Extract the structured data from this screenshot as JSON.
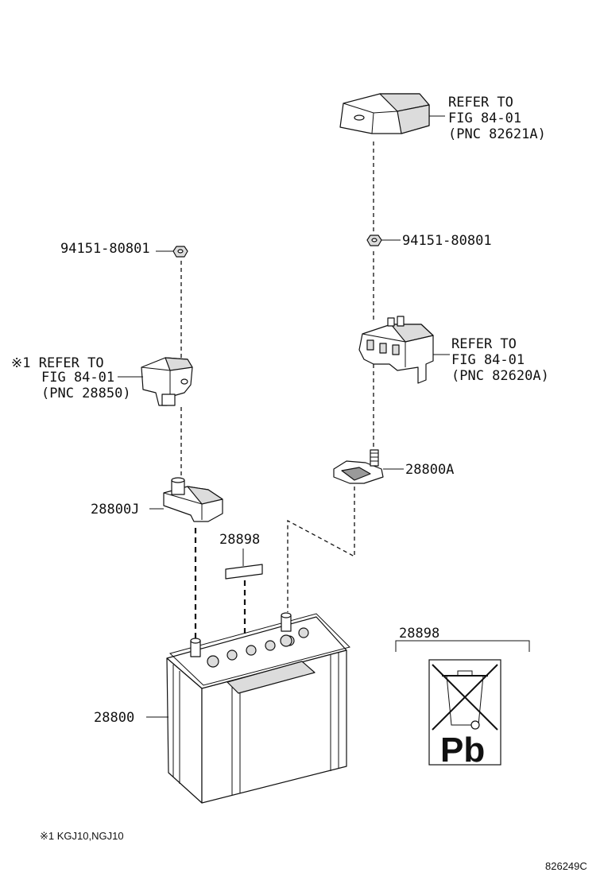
{
  "callouts": {
    "refer_top": [
      "REFER TO",
      "FIG 84-01",
      "(PNC 82621A)"
    ],
    "nut_left": "94151-80801",
    "nut_right": "94151-80801",
    "refer_mid_right": [
      "REFER TO",
      "FIG 84-01",
      "(PNC 82620A)"
    ],
    "refer_left": [
      "※1 REFER TO",
      "FIG 84-01",
      "(PNC 28850)"
    ],
    "terminal_right": "28800A",
    "terminal_left": "28800J",
    "label_part": "28898",
    "battery": "28800",
    "label_detail": "28898",
    "label_detail_text": "Pb"
  },
  "footnote": "※1 KGJ10,NGJ10",
  "figure_id": "826249C"
}
